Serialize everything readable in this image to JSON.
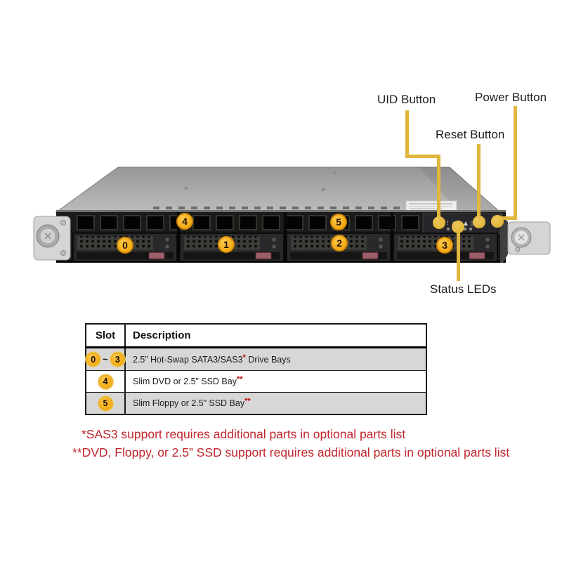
{
  "callouts": {
    "uid_label": "UID Button",
    "power_label": "Power Button",
    "reset_label": "Reset Button",
    "status_label": "Status LEDs"
  },
  "server": {
    "bay_labels": [
      "0",
      "1",
      "2",
      "3",
      "4",
      "5"
    ]
  },
  "table": {
    "headers": [
      "Slot",
      "Description"
    ],
    "rows": [
      {
        "slot_badge_left": "0",
        "slot_separator": "~",
        "slot_badge_right": "3",
        "desc_pre": "2.5” Hot-Swap SATA3/SAS3",
        "marker": "*",
        "desc_post": "  Drive Bays"
      },
      {
        "slot_badge": "4",
        "desc_pre": "Slim DVD or 2.5” SSD Bay",
        "marker": "**",
        "desc_post": ""
      },
      {
        "slot_badge": "5",
        "desc_pre": "Slim Floppy or 2.5” SSD Bay",
        "marker": "**",
        "desc_post": ""
      }
    ]
  },
  "footnotes": [
    "*SAS3 support requires additional parts in optional parts list",
    "**DVD, Floppy, or 2.5” SSD support requires additional parts in optional parts list"
  ],
  "colors": {
    "callout_yellow": "#e1b63e",
    "badge_orange": "#f3a70a",
    "footnote_red": "#c0262c",
    "row_gray": "#d7d7d7"
  }
}
